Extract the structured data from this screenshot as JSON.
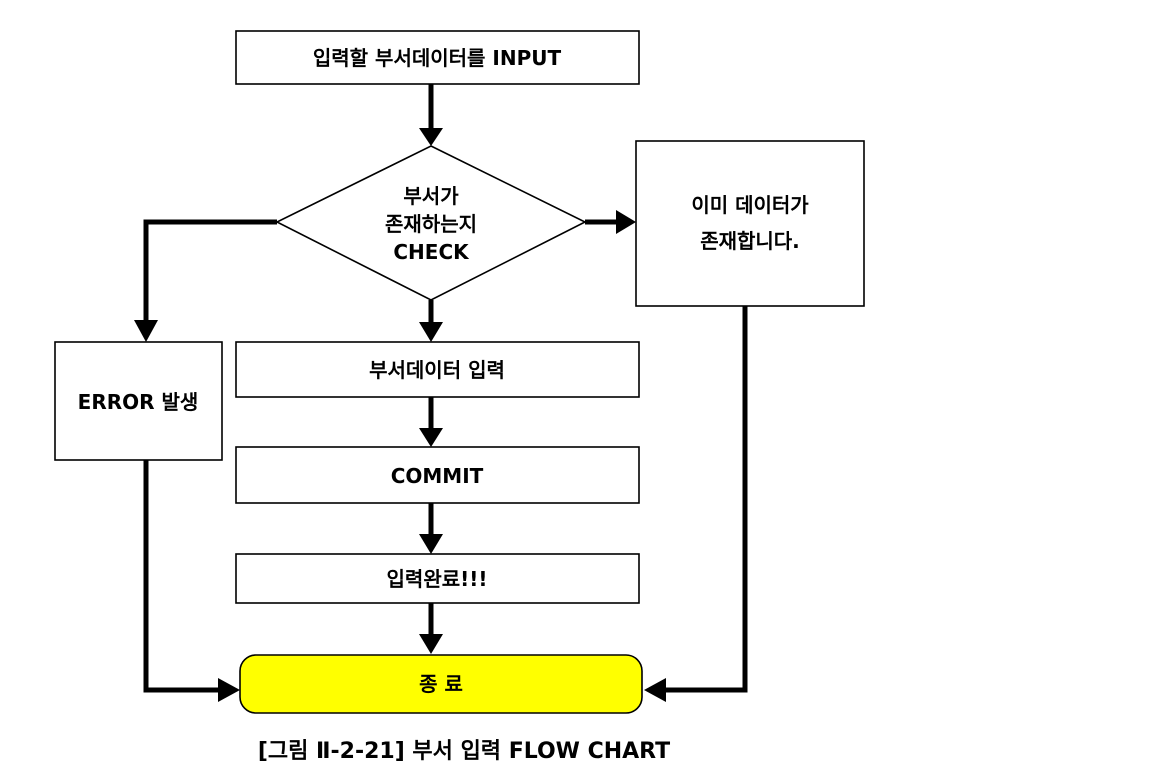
{
  "nodes": {
    "input": "입력할 부서데이터를 INPUT",
    "check": [
      "부서가",
      "존재하는지",
      "CHECK"
    ],
    "exists": [
      "이미 데이터가",
      "존재합니다."
    ],
    "error": "ERROR 발생",
    "insert": "부서데이터 입력",
    "commit": "COMMIT",
    "done": "입력완료!!!",
    "end": "종 료"
  },
  "caption": "[그림 Ⅱ-2-21] 부서 입력 FLOW CHART",
  "colors": {
    "terminal_fill": "#ffff00",
    "stroke": "#000000"
  }
}
